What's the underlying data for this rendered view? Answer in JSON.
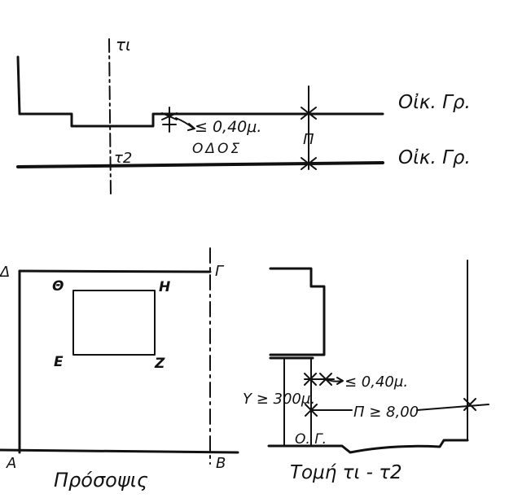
{
  "plan": {
    "label_t1": "τι",
    "label_t2": "τ2",
    "building_line_top": "Oἰκ. Γρ.",
    "building_line_bottom": "Oἰκ. Γρ.",
    "projection_limit": "≤ 0,40μ.",
    "street": "ΟΔΟΣ",
    "width_mark": "Π"
  },
  "elevation": {
    "corner_a": "Α",
    "corner_b": "Β",
    "corner_g": "Γ",
    "corner_d": "Δ",
    "corner_e": "Ε",
    "corner_z": "Ζ",
    "corner_h": "Η",
    "corner_th": "Θ",
    "caption": "Πρόσοψις"
  },
  "section": {
    "projection_limit": "≤ 0,40μ.",
    "height_min": "Υ ≥ 300μ.",
    "width_min": "Π ≥ 8,00",
    "ground_mark": "Ο. Γ.",
    "caption": "Τομή  τι - τ2"
  }
}
